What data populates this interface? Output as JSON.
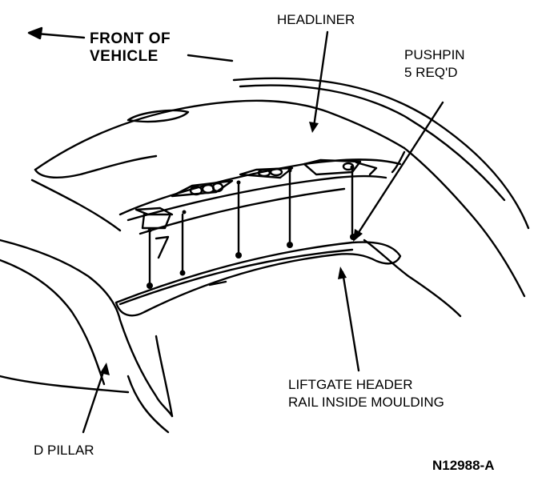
{
  "labels": {
    "front_line1": "FRONT OF",
    "front_line2": "VEHICLE",
    "headliner": "HEADLINER",
    "pushpin_line1": "PUSHPIN",
    "pushpin_line2": "5 REQ'D",
    "liftgate_line1": "LIFTGATE HEADER",
    "liftgate_line2": "RAIL INSIDE MOULDING",
    "d_pillar": "D PILLAR",
    "figure_id": "N12988-A"
  },
  "pushpins": [
    {
      "name": "pushpin-1"
    },
    {
      "name": "pushpin-2"
    },
    {
      "name": "pushpin-3"
    },
    {
      "name": "pushpin-4"
    },
    {
      "name": "pushpin-5"
    }
  ]
}
